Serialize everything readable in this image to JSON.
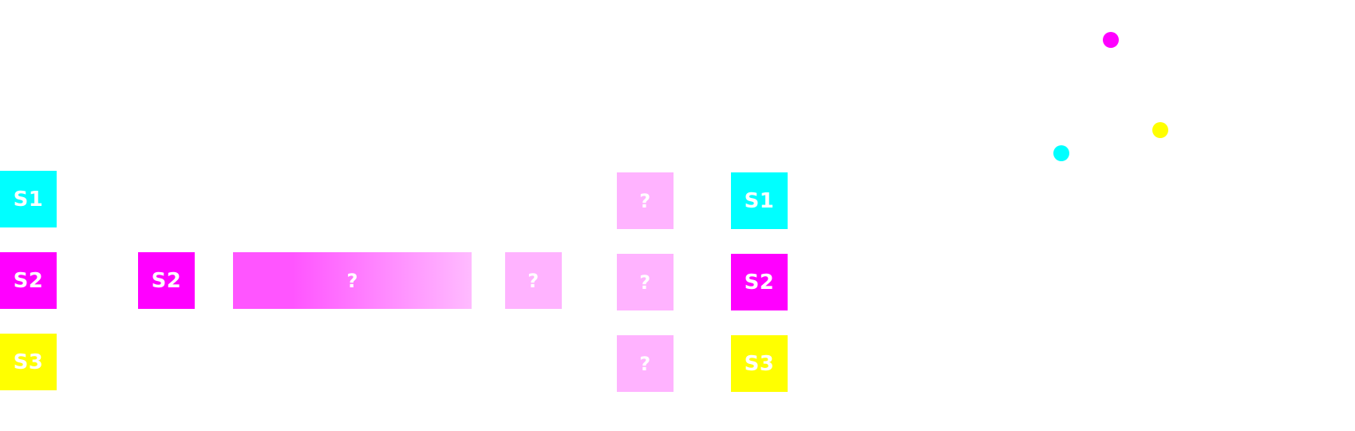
{
  "colors": {
    "s1": "#00ffff",
    "s2": "#ff00ff",
    "s3": "#ffff00",
    "unknown": "#ffb3ff",
    "text": "#ffffff",
    "bar_gradient_start": "#ff55ff",
    "bar_gradient_end": "#ffbbff"
  },
  "diagram": {
    "inputs": [
      {
        "label": "S1",
        "color": "#00ffff"
      },
      {
        "label": "S2",
        "color": "#ff00ff"
      },
      {
        "label": "S3",
        "color": "#ffff00"
      }
    ],
    "selected": {
      "label": "S2",
      "color": "#ff00ff"
    },
    "transform_bar": {
      "label": "?"
    },
    "transform_result": {
      "label": "?",
      "color": "#ffb3ff"
    },
    "unknowns": [
      {
        "label": "?",
        "color": "#ffb3ff"
      },
      {
        "label": "?",
        "color": "#ffb3ff"
      },
      {
        "label": "?",
        "color": "#ffb3ff"
      }
    ],
    "outputs": [
      {
        "label": "S1",
        "color": "#00ffff"
      },
      {
        "label": "S2",
        "color": "#ff00ff"
      },
      {
        "label": "S3",
        "color": "#ffff00"
      }
    ],
    "dots": [
      {
        "name": "magenta-dot",
        "color": "#ff00ff"
      },
      {
        "name": "yellow-dot",
        "color": "#ffff00"
      },
      {
        "name": "cyan-dot",
        "color": "#00ffff"
      }
    ]
  }
}
